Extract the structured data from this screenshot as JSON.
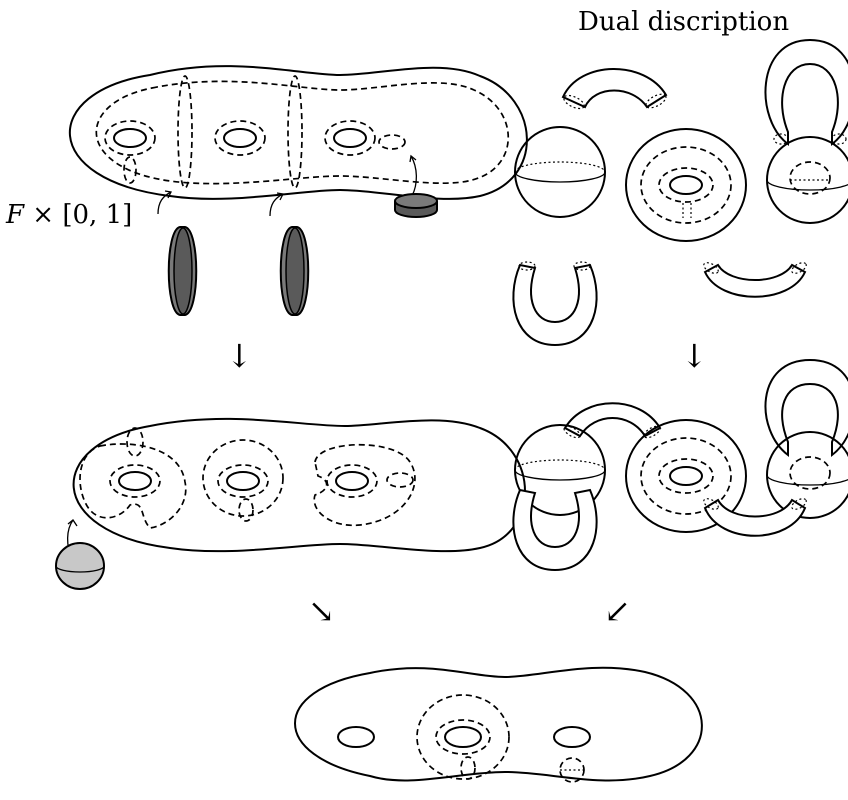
{
  "labels": {
    "dual_title": "Dual discription",
    "product_var": "F",
    "product_rest": " × [0, 1]"
  },
  "arrows": {
    "down_left": "↓",
    "down_right": "↓",
    "diag_left": "↘",
    "diag_right": "↙"
  },
  "colors": {
    "outline": "#000000",
    "disk_face": "#7a7a7a",
    "disk_dark": "#5a5a5a",
    "ball": "#c8c8c8",
    "background": "#ffffff"
  }
}
